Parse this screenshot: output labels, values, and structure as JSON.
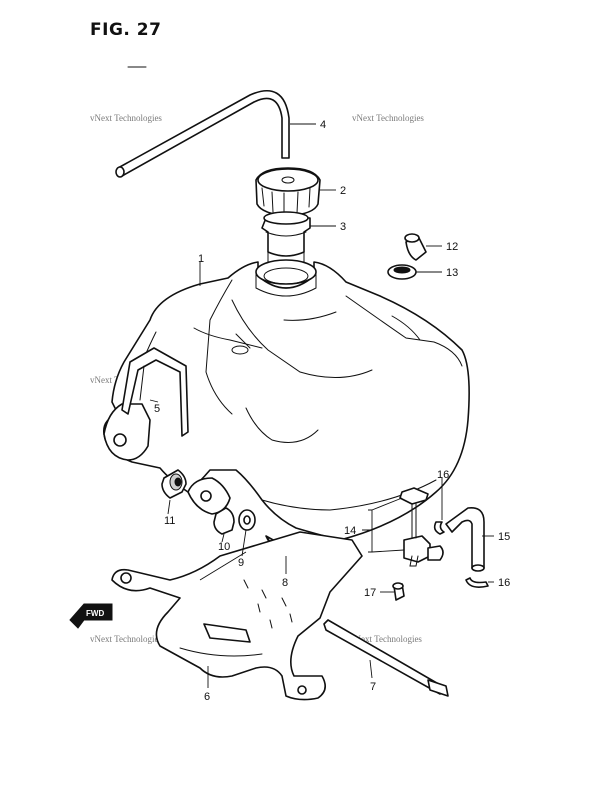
{
  "figure": {
    "title": "FIG. 27"
  },
  "watermark": {
    "text": "vNext Technologies"
  },
  "fwd": {
    "label": "FWD"
  },
  "callouts": {
    "c1": "1",
    "c2": "2",
    "c3": "3",
    "c4": "4",
    "c5": "5",
    "c6": "6",
    "c7": "7",
    "c8": "8",
    "c9": "9",
    "c10": "10",
    "c11": "11",
    "c12": "12",
    "c13": "13",
    "c14": "14",
    "c15": "15",
    "c16a": "16",
    "c16b": "16",
    "c17": "17"
  }
}
